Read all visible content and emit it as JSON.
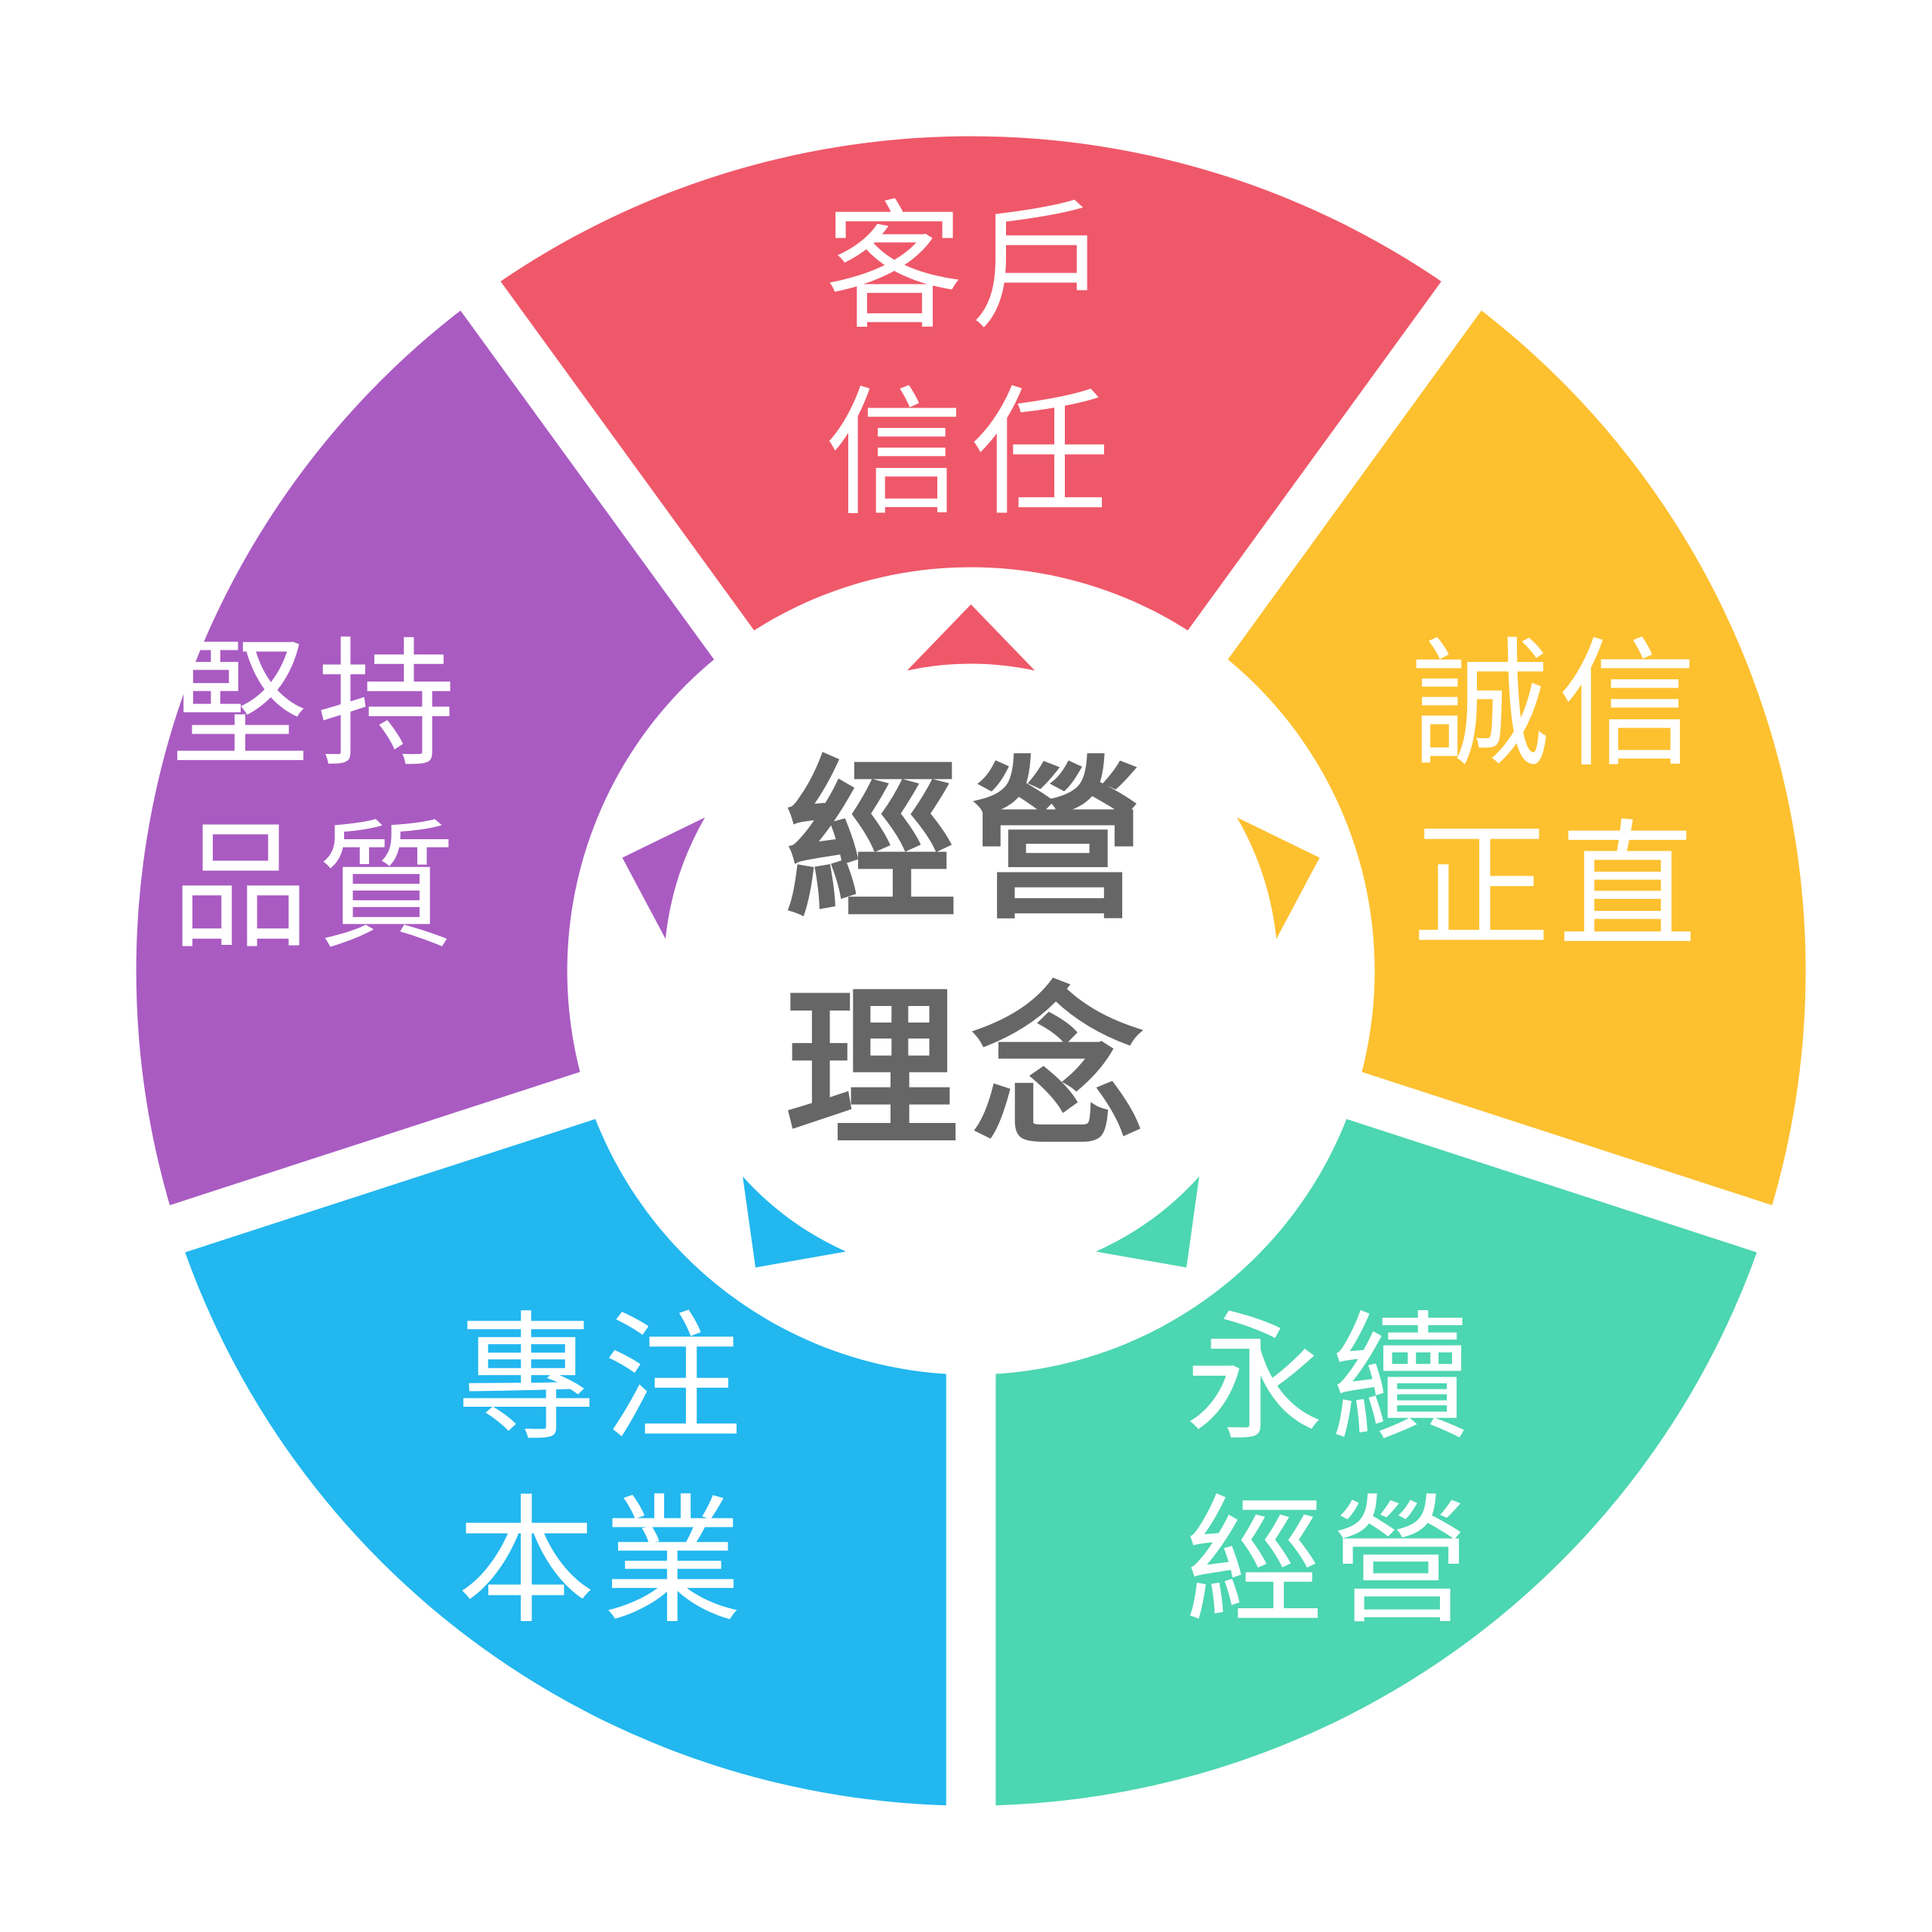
{
  "center": {
    "line1": "經營",
    "line2": "理念",
    "color": "#666666"
  },
  "segments": [
    {
      "line1": "客戶",
      "line2": "信任",
      "color": "#EF5869"
    },
    {
      "line1": "誠信",
      "line2": "正直",
      "color": "#FDC02F"
    },
    {
      "line1": "永續",
      "line2": "經營",
      "color": "#4CD6B1"
    },
    {
      "line1": "專注",
      "line2": "本業",
      "color": "#22B7EF"
    },
    {
      "line1": "堅持",
      "line2": "品質",
      "color": "#A95BC2"
    }
  ]
}
